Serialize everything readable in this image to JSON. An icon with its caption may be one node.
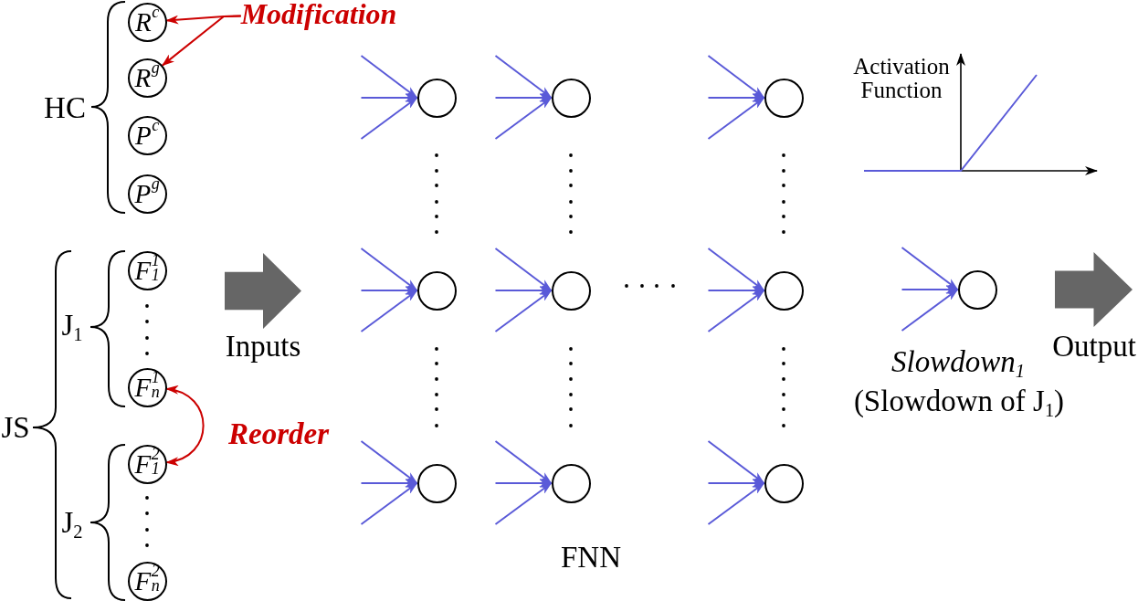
{
  "diagram": {
    "nodes": [
      {
        "text": [
          "R$^{c}$"
        ]
      },
      {
        "text": [
          "Modification"
        ]
      },
      {
        "text": [
          "R$^{g}$"
        ]
      },
      {
        "text": [
          "P$^{c}$"
        ]
      },
      {
        "text": [
          "P$^{g}$"
        ]
      },
      {
        "text": [],
        "shape": "circle"
      },
      {
        "text": [],
        "shape": "circle"
      },
      {
        "text": [],
        "shape": "circle"
      },
      {
        "text": [
          "F$^{1}$$_{1}$"
        ]
      },
      {
        "text": [],
        "shape": "arrow",
        "beside": [
          "Inputs"
        ]
      },
      {
        "text": [],
        "shape": "circle"
      },
      {
        "text": [],
        "shape": "circle"
      },
      {
        "text": [],
        "shape": "circle"
      },
      {
        "text": [],
        "shape": "circle",
        "beside": [
          "Slowdown$_{1}$",
          "(Slowdown of J$_{1}$)"
        ]
      },
      {
        "text": [],
        "shape": "arrow",
        "beside": [
          "Output"
        ]
      },
      {
        "text": [
          "F$^{1}$$_{n}$"
        ]
      },
      {
        "text": [
          "F$^{2}$$_{1}$"
        ]
      },
      {
        "text": [],
        "shape": "circle"
      },
      {
        "text": [],
        "shape": "circle"
      },
      {
        "text": [],
        "shape": "circle"
      },
      {
        "text": [
          "F$^{2}$$_{n}$"
        ]
      }
    ],
    "edges": [
      {
        "from": 1,
        "to": 0,
        "arrow": "to",
        "color": "#cc0000"
      },
      {
        "from": 1,
        "to": 2,
        "arrow": "to",
        "color": "#cc0000"
      },
      {
        "from": 15,
        "to": 16,
        "arrow": "both",
        "label": "Reorder",
        "color": "#cc0000"
      },
      {
        "from": null,
        "to": 5,
        "arrow": "to"
      },
      {
        "from": null,
        "to": 5,
        "arrow": "to"
      },
      {
        "from": null,
        "to": 5,
        "arrow": "to"
      },
      {
        "from": null,
        "to": 6,
        "arrow": "to"
      },
      {
        "from": null,
        "to": 6,
        "arrow": "to"
      },
      {
        "from": null,
        "to": 6,
        "arrow": "to"
      },
      {
        "from": null,
        "to": 7,
        "arrow": "to"
      },
      {
        "from": null,
        "to": 7,
        "arrow": "to"
      },
      {
        "from": null,
        "to": 7,
        "arrow": "to"
      },
      {
        "from": null,
        "to": 10,
        "arrow": "to"
      },
      {
        "from": null,
        "to": 10,
        "arrow": "to"
      },
      {
        "from": null,
        "to": 10,
        "arrow": "to"
      },
      {
        "from": null,
        "to": 11,
        "arrow": "to"
      },
      {
        "from": null,
        "to": 11,
        "arrow": "to"
      },
      {
        "from": null,
        "to": 11,
        "arrow": "to"
      },
      {
        "from": null,
        "to": 12,
        "arrow": "to"
      },
      {
        "from": null,
        "to": 12,
        "arrow": "to"
      },
      {
        "from": null,
        "to": 12,
        "arrow": "to"
      },
      {
        "from": null,
        "to": 13,
        "arrow": "to"
      },
      {
        "from": null,
        "to": 13,
        "arrow": "to"
      },
      {
        "from": null,
        "to": 13,
        "arrow": "to"
      },
      {
        "from": null,
        "to": 17,
        "arrow": "to"
      },
      {
        "from": null,
        "to": 17,
        "arrow": "to"
      },
      {
        "from": null,
        "to": 17,
        "arrow": "to"
      },
      {
        "from": null,
        "to": 18,
        "arrow": "to"
      },
      {
        "from": null,
        "to": 18,
        "arrow": "to"
      },
      {
        "from": null,
        "to": 18,
        "arrow": "to"
      },
      {
        "from": null,
        "to": 19,
        "arrow": "to"
      },
      {
        "from": null,
        "to": 19,
        "arrow": "to"
      },
      {
        "from": null,
        "to": 19,
        "arrow": "to"
      }
    ],
    "labels": [
      "HC",
      "Activation Function",
      "J$_{1}$",
      "JS",
      "J$_{2}$",
      "FNN"
    ]
  }
}
